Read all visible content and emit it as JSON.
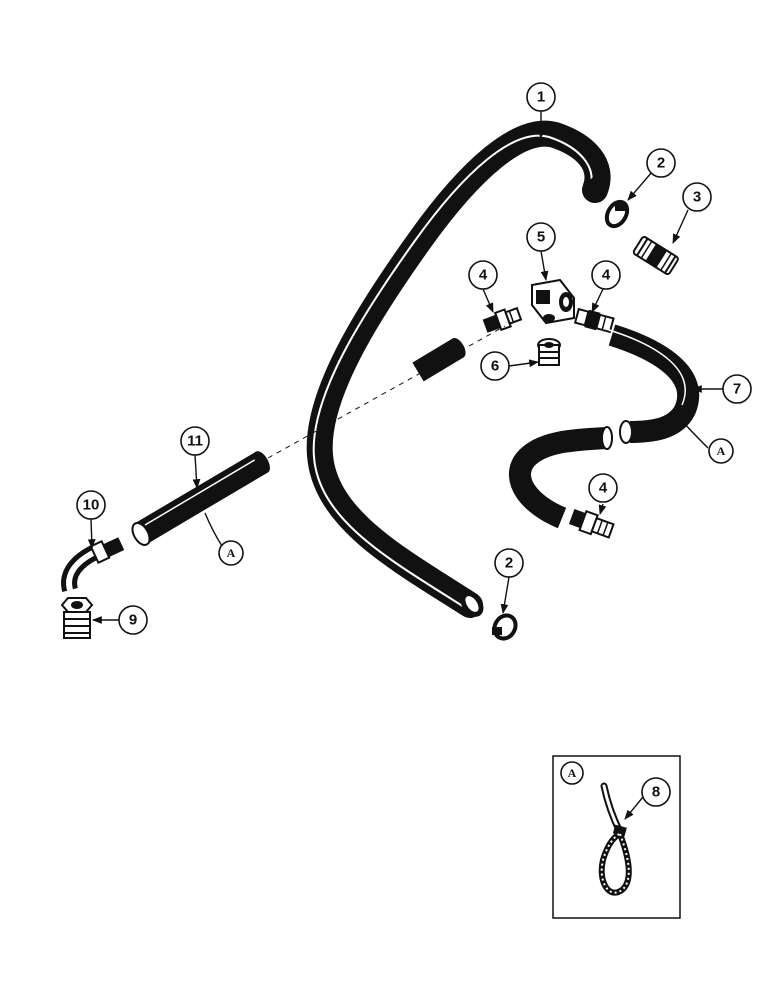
{
  "callouts": {
    "c1": "1",
    "c2a": "2",
    "c2b": "2",
    "c3": "3",
    "c4a": "4",
    "c4b": "4",
    "c4c": "4",
    "c5": "5",
    "c6": "6",
    "c7": "7",
    "c8": "8",
    "c9": "9",
    "c10": "10",
    "c11": "11",
    "cA1": "A",
    "cA2": "A",
    "detailA": "A"
  },
  "colors": {
    "ink": "#111111",
    "paper": "#ffffff"
  }
}
